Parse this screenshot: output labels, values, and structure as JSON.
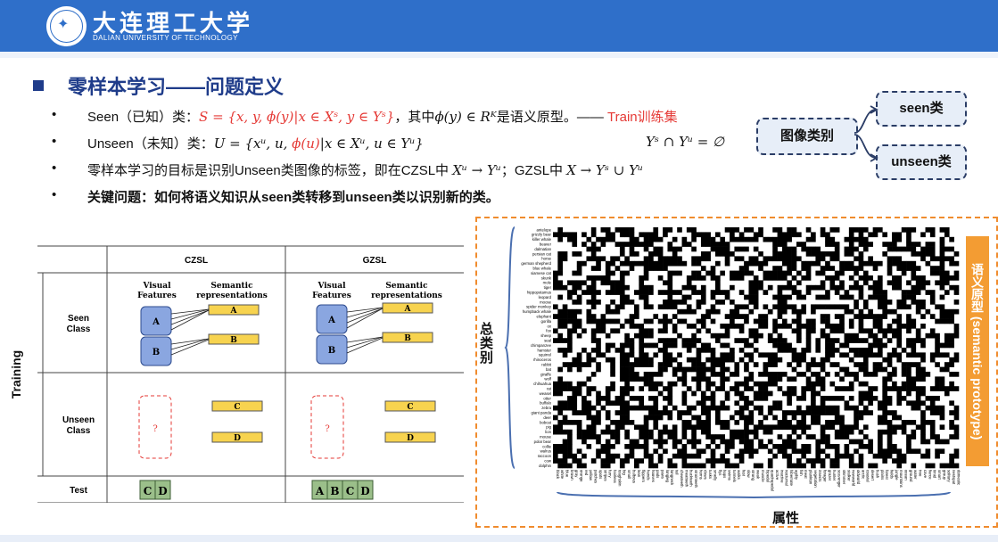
{
  "header": {
    "university_cn": "大连理工大学",
    "university_en": "DALIAN UNIVERSITY OF TECHNOLOGY",
    "brand_color": "#2f6fc9"
  },
  "slide": {
    "title": "零样本学习——问题定义",
    "bullets": [
      {
        "dot": "•",
        "pre": "Seen（已知）类：",
        "formula": "S = {x, y, ϕ(y)|x ∈ Xˢ, y ∈ Yˢ}",
        "mid": "，其中",
        "formula2": "ϕ(y) ∈ Rᴷ",
        "post": "是语义原型。—— ",
        "tag": "Train训练集"
      },
      {
        "dot": "•",
        "pre": "Unseen（未知）类：",
        "formula": "U = {xᵘ, u, ",
        "formula_red": "ϕ(u)",
        "formula_end": "|x ∈ Xᵘ, u ∈ Yᵘ}",
        "right": "Yˢ ∩ Yᵘ = ∅"
      },
      {
        "dot": "•",
        "pre": "零样本学习的目标是识别Unseen类图像的标签，即在CZSL中 ",
        "formula": "Xᵘ → Yᵘ",
        "mid": "；GZSL中 ",
        "formula2": "X → Yˢ ∪ Yᵘ"
      },
      {
        "dot": "•",
        "bold": "关键问题：如何将语义知识从seen类转移到unseen类以识别新的类。"
      }
    ]
  },
  "category_diagram": {
    "root": "图像类别",
    "seen": "seen类",
    "unseen": "unseen类"
  },
  "zsl_table": {
    "col_czsl": "CZSL",
    "col_gzsl": "GZSL",
    "row_seen": [
      "Seen",
      "Class"
    ],
    "row_unseen": [
      "Unseen",
      "Class"
    ],
    "row_test": "Test",
    "side_label": "Training",
    "visual_features": [
      "Visual",
      "Features"
    ],
    "semantic": [
      "Semantic",
      "representations"
    ],
    "unknown": "?",
    "labels": {
      "a": "A",
      "b": "B",
      "c": "C",
      "d": "D"
    },
    "test_czsl": [
      "C",
      "D"
    ],
    "test_gzsl": [
      "A",
      "B",
      "C",
      "D"
    ]
  },
  "matrix": {
    "y_label": "总类别",
    "x_label": "属性",
    "side_label": "语义原型 (semantic prototype)",
    "classes": [
      "antelope",
      "grizzly bear",
      "killer whale",
      "beaver",
      "dalmatian",
      "persian cat",
      "horse",
      "german shepherd",
      "blue whale",
      "siamese cat",
      "skunk",
      "mole",
      "tiger",
      "hippopotamus",
      "leopard",
      "moose",
      "spider monkey",
      "humpback whale",
      "elephant",
      "gorilla",
      "ox",
      "fox",
      "sheep",
      "seal",
      "chimpanzee",
      "hamster",
      "squirrel",
      "rhinoceros",
      "rabbit",
      "bat",
      "giraffe",
      "wolf",
      "chihuahua",
      "rat",
      "weasel",
      "otter",
      "buffalo",
      "zebra",
      "giant panda",
      "deer",
      "bobcat",
      "pig",
      "lion",
      "mouse",
      "polar bear",
      "collie",
      "walrus",
      "raccoon",
      "cow",
      "dolphin"
    ],
    "attributes": [
      "black",
      "white",
      "blue",
      "brown",
      "gray",
      "orange",
      "red",
      "yellow",
      "patches",
      "spots",
      "stripes",
      "furry",
      "hairless",
      "toughskin",
      "big",
      "small",
      "bulbous",
      "lean",
      "flippers",
      "hands",
      "hooves",
      "pads",
      "paws",
      "longleg",
      "longneck",
      "tail",
      "chewteeth",
      "meatteeth",
      "buckteeth",
      "strainteeth",
      "horns",
      "claws",
      "tusks",
      "smelly",
      "flys",
      "hops",
      "swims",
      "tunnels",
      "walks",
      "fast",
      "slow",
      "strong",
      "weak",
      "muscle",
      "bipedal",
      "quadrapedal",
      "active",
      "inactive",
      "nocturnal",
      "hibernate",
      "agility",
      "fish",
      "meat",
      "plankton",
      "vegetation",
      "insects",
      "forager",
      "grazer",
      "hunter",
      "scavenger",
      "skimmer",
      "stalker",
      "newworld",
      "oldworld",
      "arctic",
      "coastal",
      "desert",
      "bush",
      "plains",
      "forest",
      "fields",
      "jungle",
      "mountains",
      "ocean",
      "ground",
      "water",
      "tree",
      "cave",
      "fierce",
      "timid",
      "smart",
      "group",
      "solitary",
      "nestspot",
      "domestic"
    ]
  }
}
